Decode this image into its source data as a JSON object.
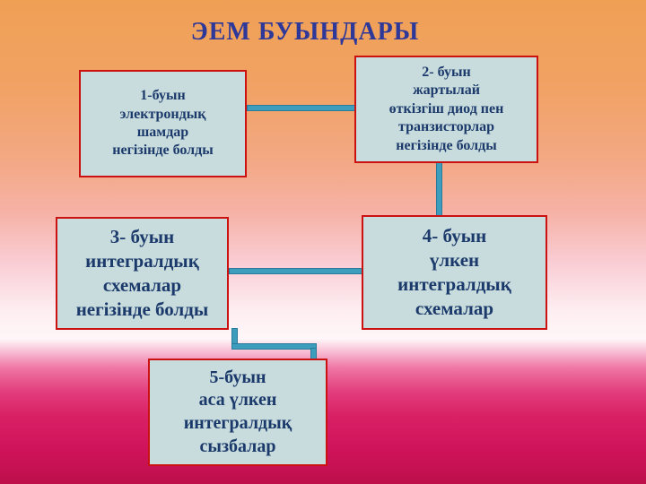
{
  "slide": {
    "title": "ЭЕМ БУЫНДАРЫ"
  },
  "boxes": [
    {
      "id": "generation-1",
      "text": "1-буын\nэлектрондық\nшамдар\nнегізінде  болды"
    },
    {
      "id": "generation-2",
      "text": "2- буын\nжартылай\nөткізгіш диод  пен\nтранзисторлар\nнегізінде болды"
    },
    {
      "id": "generation-3",
      "text": "3- буын\nинтегралдық\nсхемалар\nнегізінде болды"
    },
    {
      "id": "generation-4",
      "text": "4- буын\nүлкен\nинтегралдық\nсхемалар"
    },
    {
      "id": "generation-5",
      "text": "5-буын\nаса үлкен\nинтегралдық\nсызбалар"
    }
  ],
  "colors": {
    "title_text": "#2e3899",
    "box_fill": "#c8dcdd",
    "box_border": "#cc1111",
    "box_text": "#1b3a6b",
    "connector": "#3d9dbd",
    "background_top": "#f0a055",
    "background_middle": "#fff7f9",
    "background_bottom": "#bd0f4a"
  }
}
